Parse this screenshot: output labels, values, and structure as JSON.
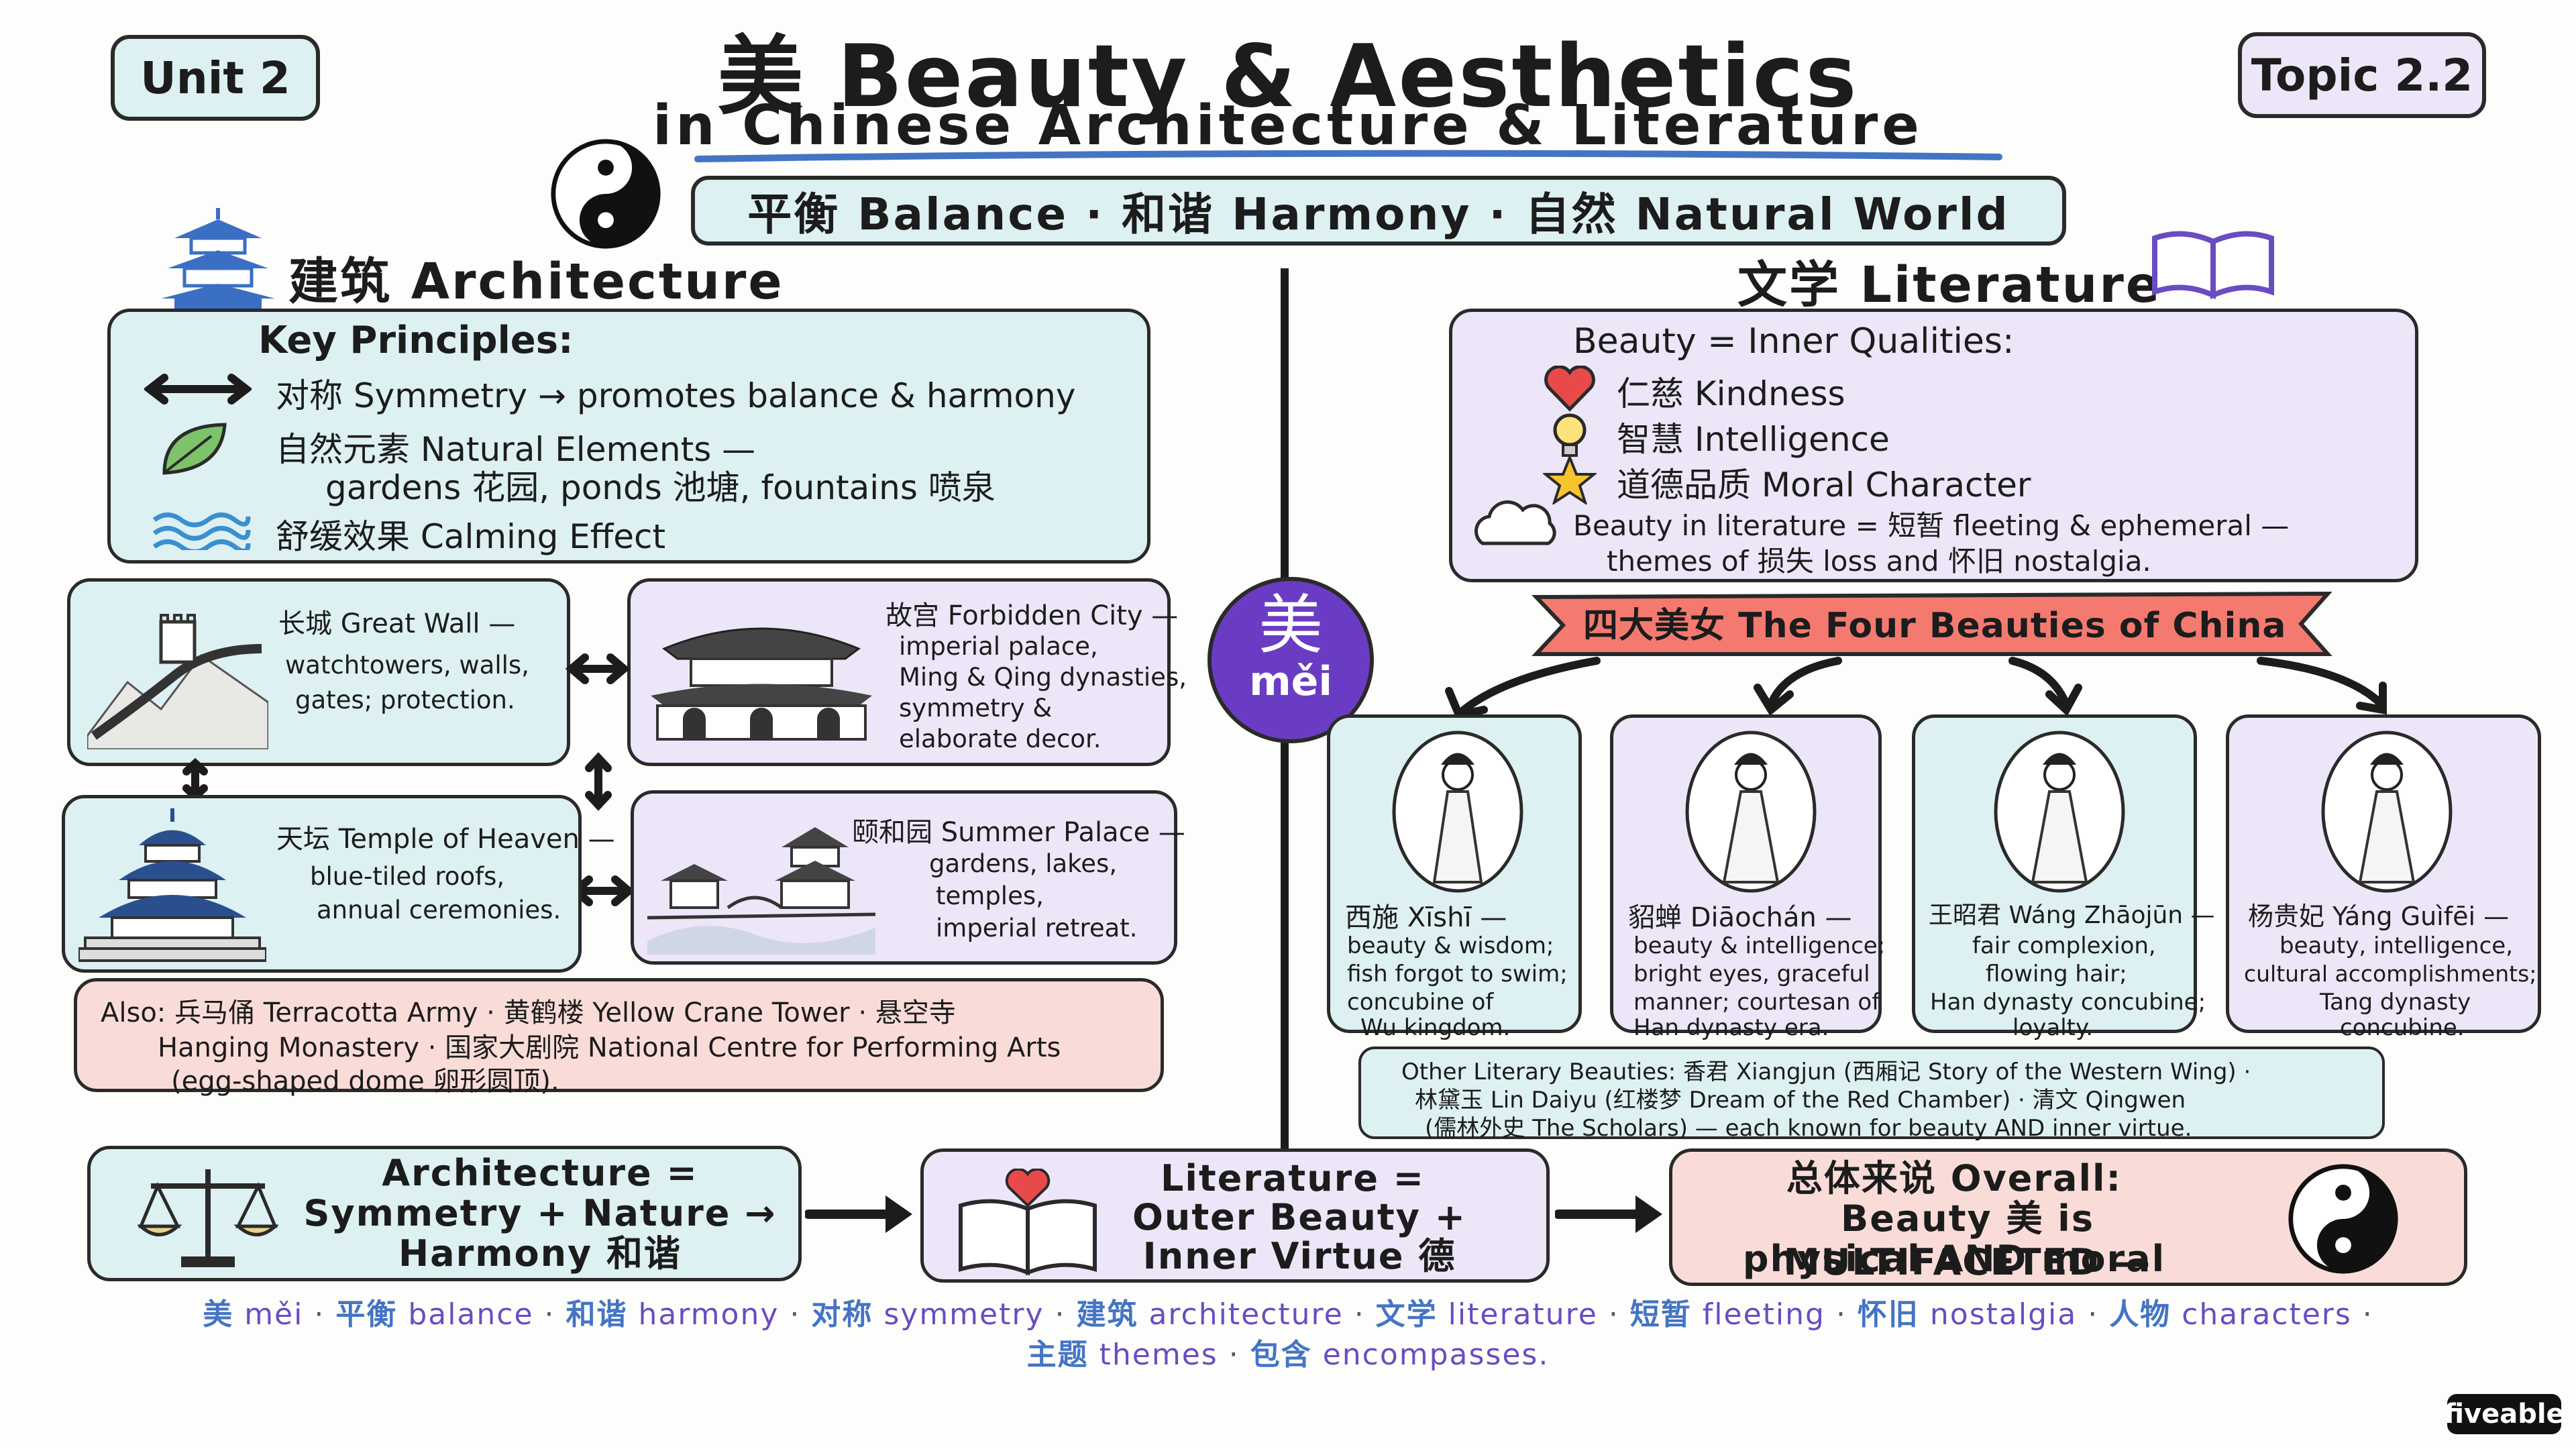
{
  "unit_tag": "Unit 2",
  "topic_tag": "Topic 2.2",
  "title": {
    "glyph": "美",
    "line1": "Beauty & Aesthetics",
    "line2": "in Chinese Architecture & Literature"
  },
  "banner": "平衡 Balance · 和谐 Harmony · 自然 Natural World",
  "architecture": {
    "heading": "建筑 Architecture",
    "key_title": "Key Principles:",
    "symmetry": "对称 Symmetry → promotes balance & harmony",
    "natural_1": "自然元素 Natural Elements —",
    "natural_2": "gardens 花园, ponds 池塘, fountains 喷泉",
    "calming": "舒缓效果 Calming Effect",
    "great_wall": {
      "name": "长城 Great Wall —",
      "l1": "watchtowers, walls,",
      "l2": "gates; protection."
    },
    "forbidden_city": {
      "name": "故宫 Forbidden City —",
      "l1": "imperial palace,",
      "l2": "Ming & Qing dynasties,",
      "l3": "symmetry &",
      "l4": "elaborate decor."
    },
    "temple_heaven": {
      "name": "天坛 Temple of Heaven —",
      "l1": "blue-tiled roofs,",
      "l2": "annual ceremonies."
    },
    "summer_palace": {
      "name": "颐和园 Summer Palace —",
      "l1": "gardens, lakes,",
      "l2": "temples,",
      "l3": "imperial retreat."
    },
    "also_1": "Also: 兵马俑 Terracotta Army · 黄鹤楼 Yellow Crane Tower · 悬空寺",
    "also_2": "Hanging Monastery · 国家大剧院 National Centre for Performing Arts",
    "also_3": "(egg-shaped dome 卵形圆顶)."
  },
  "center_badge": {
    "glyph": "美",
    "pinyin": "měi"
  },
  "literature": {
    "heading": "文学 Literature",
    "inner_title": "Beauty = Inner Qualities:",
    "kindness": "仁慈 Kindness",
    "intelligence": "智慧 Intelligence",
    "moral": "道德品质 Moral Character",
    "fleeting_1": "Beauty in literature = 短暂 fleeting & ephemeral —",
    "fleeting_2": "themes of 损失 loss and 怀旧 nostalgia.",
    "four_beauties": "四大美女 The Four Beauties of China",
    "xishi": {
      "name": "西施 Xīshī —",
      "l1": "beauty & wisdom;",
      "l2": "fish forgot to swim;",
      "l3": "concubine of",
      "l4": "Wu kingdom."
    },
    "diaochan": {
      "name": "貂蝉 Diāochán —",
      "l1": "beauty & intelligence;",
      "l2": "bright eyes, graceful",
      "l3": "manner; courtesan of",
      "l4": "Han dynasty era."
    },
    "wangzhaojun": {
      "name": "王昭君 Wáng Zhāojūn —",
      "l1": "fair complexion,",
      "l2": "flowing hair;",
      "l3": "Han dynasty concubine;",
      "l4": "loyalty."
    },
    "yangguifei": {
      "name": "杨贵妃 Yáng Guìfēi —",
      "l1": "beauty, intelligence,",
      "l2": "cultural accomplishments;",
      "l3": "Tang dynasty",
      "l4": "concubine."
    },
    "other_1": "Other Literary Beauties: 香君 Xiangjun (西厢记 Story of the Western Wing) ·",
    "other_2": "林黛玉 Lin Daiyu (红楼梦 Dream of the Red Chamber) · 清文 Qingwen",
    "other_3": "(儒林外史 The Scholars) — each known for beauty AND inner virtue."
  },
  "summary": {
    "arch_1": "Architecture =",
    "arch_2": "Symmetry + Nature →",
    "arch_3": "Harmony 和谐",
    "lit_1": "Literature =",
    "lit_2": "Outer Beauty +",
    "lit_3": "Inner Virtue 德",
    "overall_1": "总体来说 Overall:",
    "overall_2": "Beauty 美 is MULTIFACETED —",
    "overall_3": "physical AND moral"
  },
  "vocab": [
    {
      "cn": "美",
      "en": "měi"
    },
    {
      "cn": "平衡",
      "en": "balance"
    },
    {
      "cn": "和谐",
      "en": "harmony"
    },
    {
      "cn": "对称",
      "en": "symmetry"
    },
    {
      "cn": "建筑",
      "en": "architecture"
    },
    {
      "cn": "文学",
      "en": "literature"
    },
    {
      "cn": "短暂",
      "en": "fleeting"
    },
    {
      "cn": "怀旧",
      "en": "nostalgia"
    },
    {
      "cn": "人物",
      "en": "characters"
    },
    {
      "cn": "主题",
      "en": "themes"
    },
    {
      "cn": "包含",
      "en": "encompasses."
    }
  ],
  "brand": "fiveable",
  "colors": {
    "blue_box": "#ddf0f2",
    "lavender_box": "#ece6f8",
    "pink_box": "#f9dcd8",
    "center_badge": "#6a3cc4",
    "vocab_cn": "#4474c4",
    "vocab_en": "#6a4cc2"
  }
}
